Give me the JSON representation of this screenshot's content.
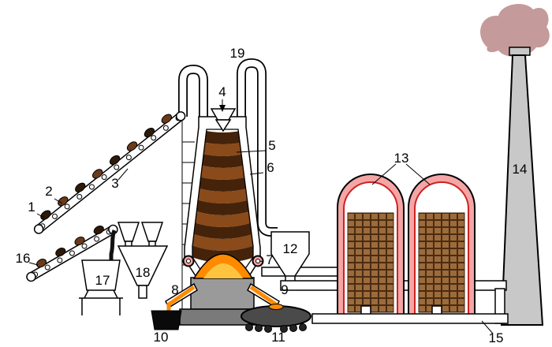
{
  "labels": {
    "n1": "1",
    "n2": "2",
    "n3": "3",
    "n4": "4",
    "n5": "5",
    "n6": "6",
    "n7": "7",
    "n8": "8",
    "n9": "9",
    "n10": "10",
    "n11": "11",
    "n12": "12",
    "n13": "13",
    "n14": "14",
    "n15": "15",
    "n16": "16",
    "n17": "17",
    "n18": "18",
    "n19": "19"
  },
  "colors": {
    "smoke": "#c49a9a",
    "chimney": "#c8c8c8",
    "stove_shell": "#f5a5a5",
    "stove_lining": "#cc2222",
    "brick": "#9c6b3c",
    "brick_mortar": "#4a2c10",
    "molten": "#ff8a00",
    "molten_core": "#ffc43f",
    "layer_dark": "#45230a",
    "layer_mid": "#8a4a1a",
    "hearth": "#9a9a9a",
    "base": "#7a7a7a",
    "metal_dark": "#4a4a4a",
    "lump_coke": "#2e1a08",
    "lump_ore": "#6b3a1a"
  }
}
